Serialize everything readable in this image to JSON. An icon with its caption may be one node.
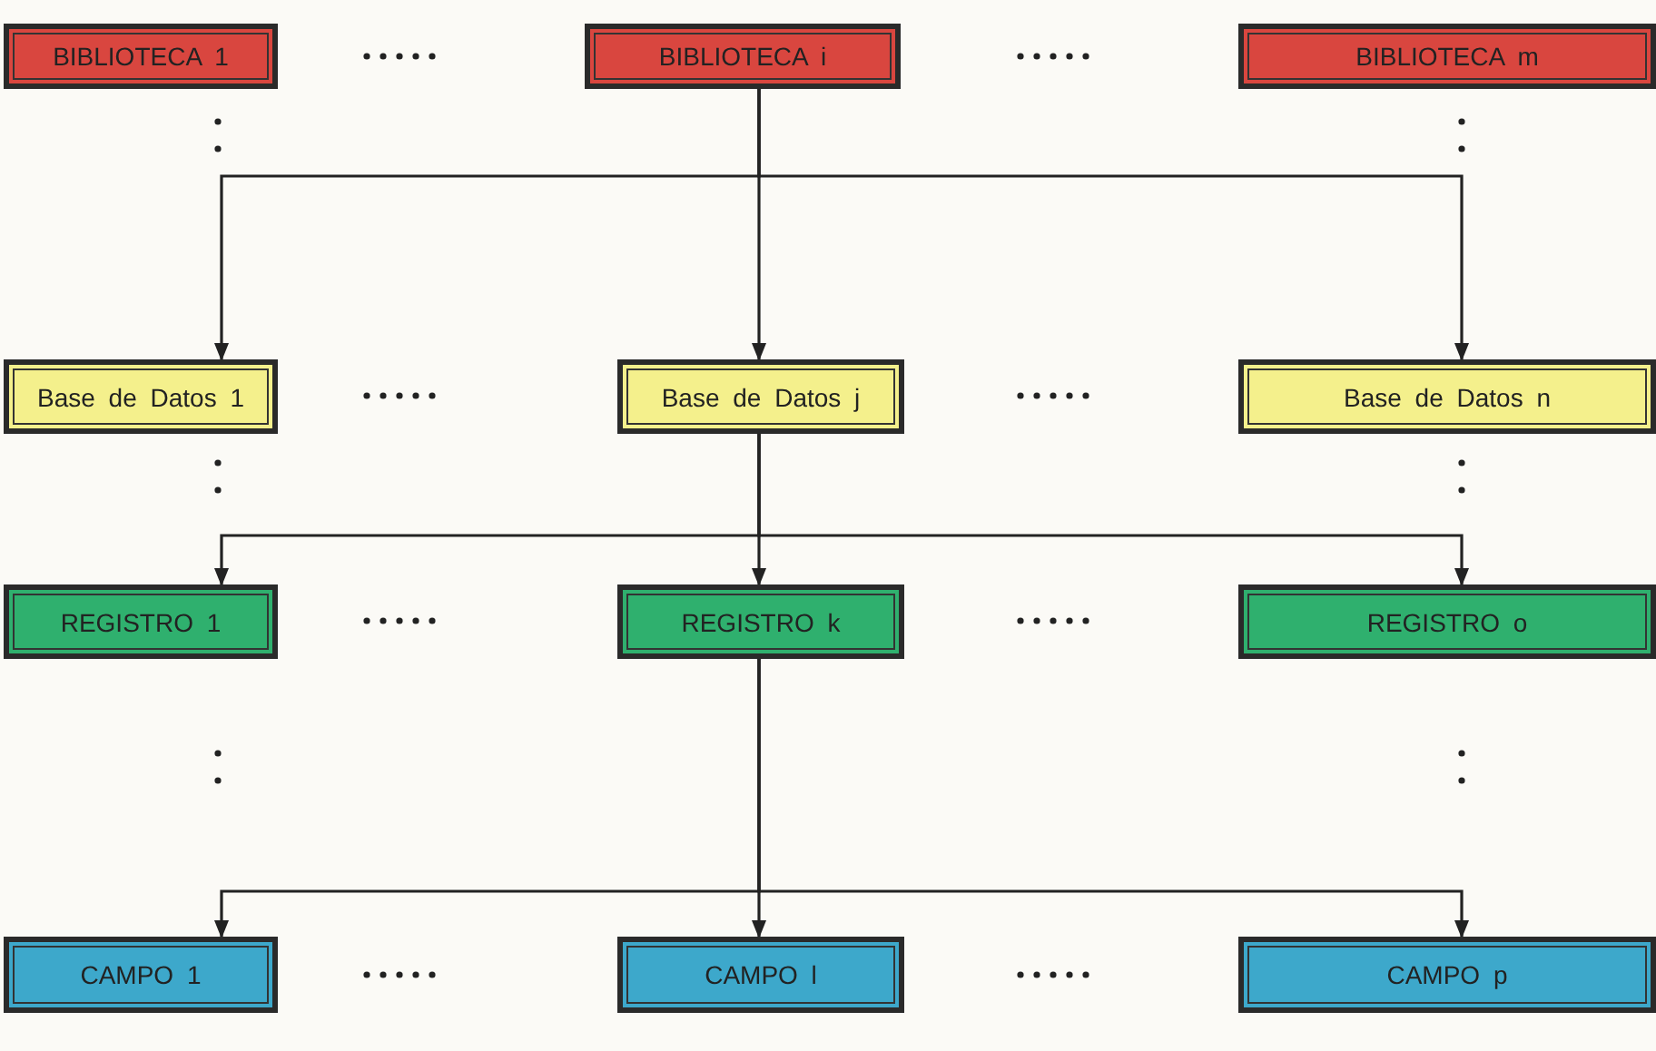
{
  "diagram": {
    "nodes": [
      {
        "text": [
          "BIBLIOTECA 1"
        ]
      },
      {
        "text": [
          "BIBLIOTECA i"
        ]
      },
      {
        "text": [
          "BIBLIOTECA m"
        ]
      },
      {
        "text": [
          "Base de Datos 1"
        ]
      },
      {
        "text": [
          "Base de Datos j"
        ]
      },
      {
        "text": [
          "Base de Datos n"
        ]
      },
      {
        "text": [
          "REGISTRO 1"
        ]
      },
      {
        "text": [
          "REGISTRO k"
        ]
      },
      {
        "text": [
          "REGISTRO o"
        ]
      },
      {
        "text": [
          "CAMPO 1"
        ]
      },
      {
        "text": [
          "CAMPO l"
        ]
      },
      {
        "text": [
          "CAMPO p"
        ]
      }
    ],
    "edges": [
      {
        "from": 1,
        "to": 3,
        "arrow": "to"
      },
      {
        "from": 1,
        "to": 4,
        "arrow": "to"
      },
      {
        "from": 1,
        "to": 5,
        "arrow": "to"
      },
      {
        "from": 4,
        "to": 6,
        "arrow": "to"
      },
      {
        "from": 4,
        "to": 7,
        "arrow": "to"
      },
      {
        "from": 4,
        "to": 8,
        "arrow": "to"
      },
      {
        "from": 7,
        "to": 9,
        "arrow": "to"
      },
      {
        "from": 7,
        "to": 10,
        "arrow": "to"
      },
      {
        "from": 7,
        "to": 11,
        "arrow": "to"
      }
    ]
  }
}
